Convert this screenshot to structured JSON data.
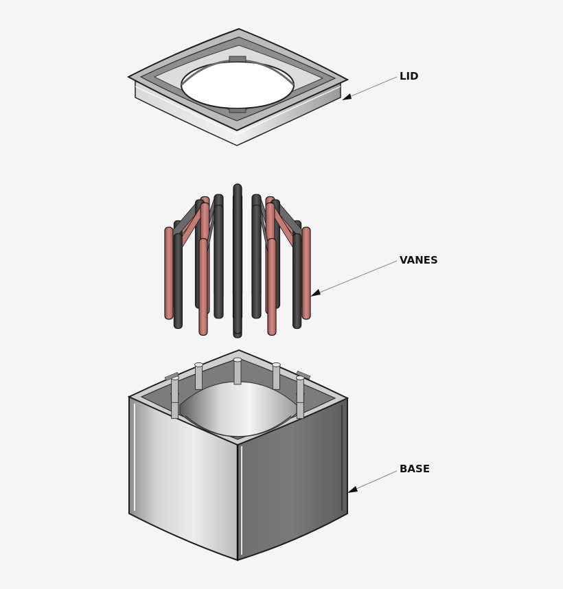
{
  "labels": {
    "lid": "LID",
    "vanes": "VANES",
    "base": "BASE"
  },
  "colors": {
    "background": "#f5f5f5",
    "metal_light": "#e8e8e8",
    "metal_mid": "#a8a8a8",
    "metal_dark": "#555555",
    "outline": "#1e1e1e",
    "vane_red": "#c88078",
    "vane_red_dark": "#8a4a44",
    "vane_black": "#3c3c3c"
  }
}
